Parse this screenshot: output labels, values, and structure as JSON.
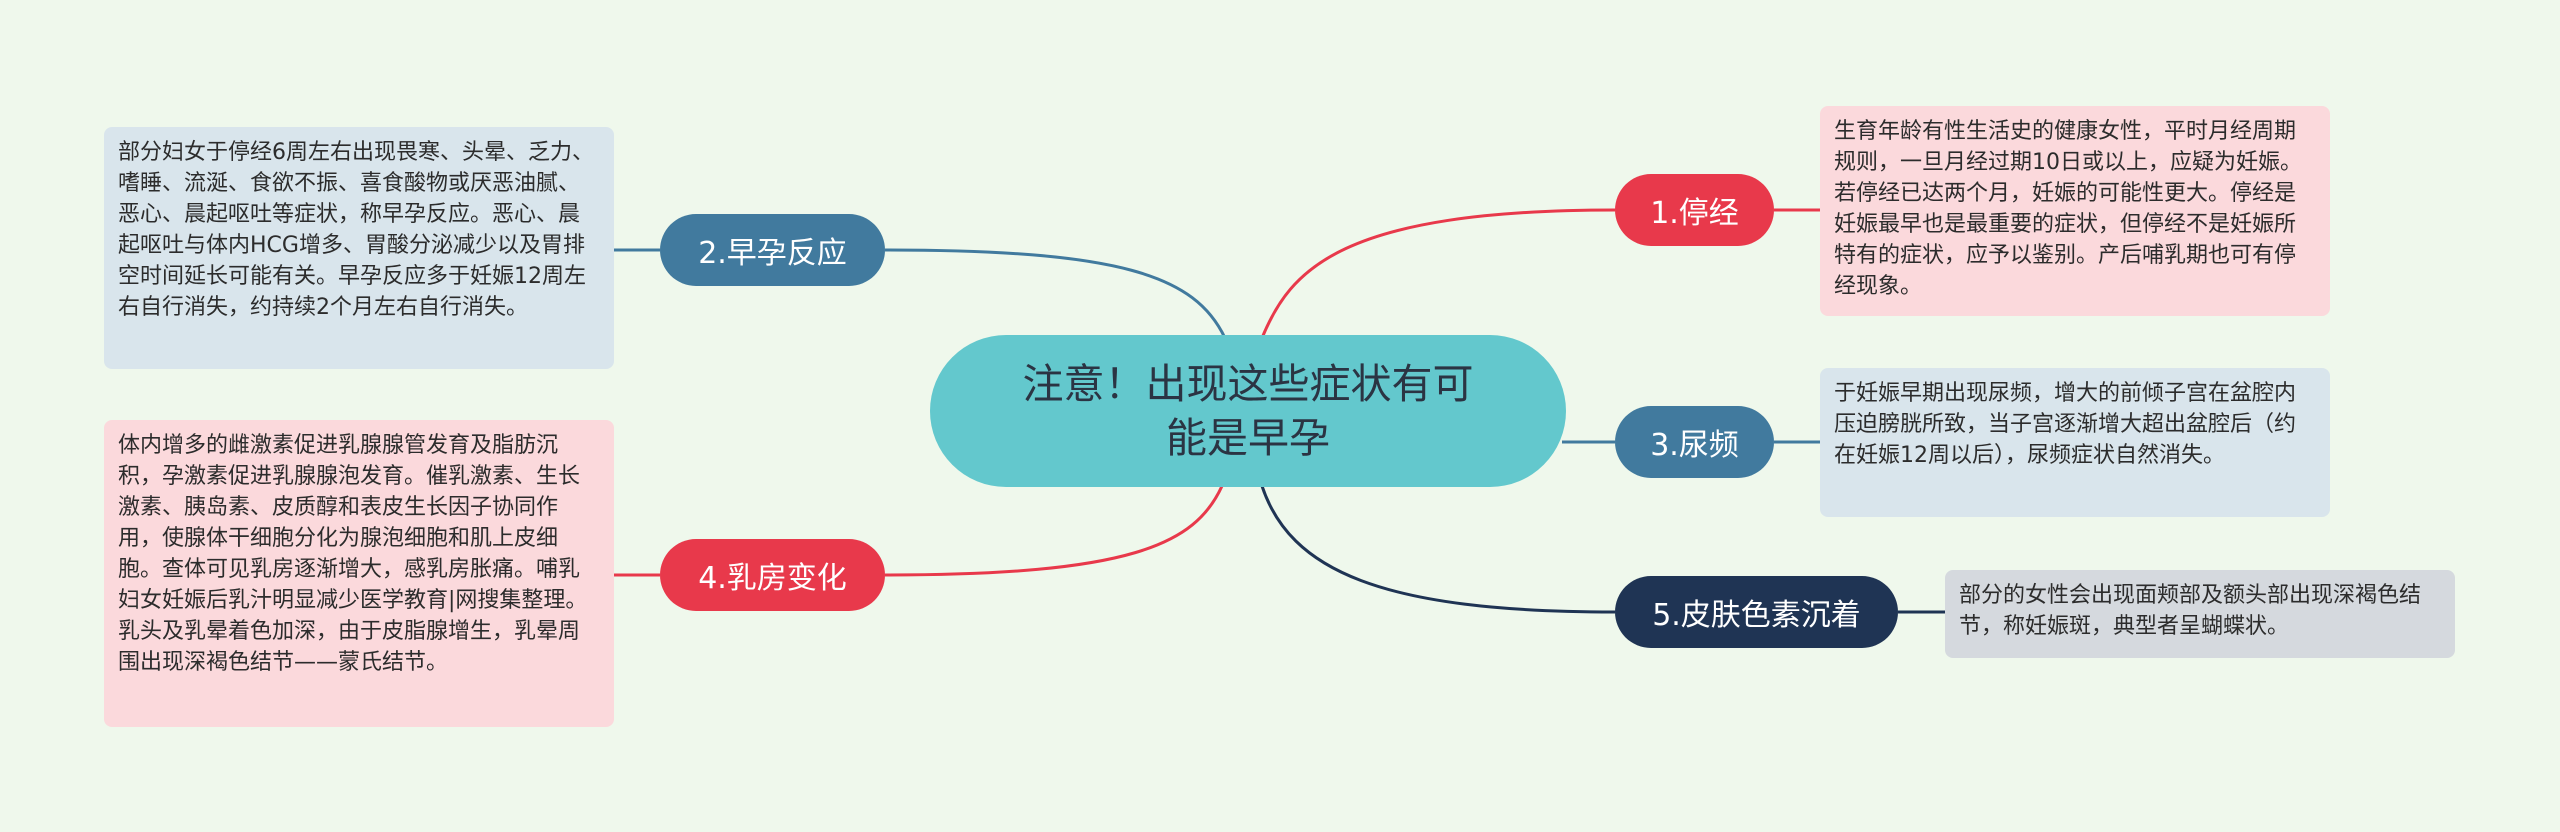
{
  "center": {
    "title": "注意！出现这些症状有可能是早孕"
  },
  "colors": {
    "background": "#eff8ec",
    "center": "#63c8cd",
    "red": "#e8394b",
    "steel_blue": "#417a9e",
    "navy": "#1f3454",
    "note_pink": "#fbd9dc",
    "note_blue": "#d9e5ec",
    "note_gray": "#d5d9de"
  },
  "branches": {
    "b1": {
      "label": "1.停经",
      "note": "生育年龄有性生活史的健康女性，平时月经周期规则，一旦月经过期10日或以上，应疑为妊娠。若停经已达两个月，妊娠的可能性更大。停经是妊娠最早也是最重要的症状，但停经不是妊娠所特有的症状，应予以鉴别。产后哺乳期也可有停经现象。"
    },
    "b2": {
      "label": "2.早孕反应",
      "note": "部分妇女于停经6周左右出现畏寒、头晕、乏力、嗜睡、流涎、食欲不振、喜食酸物或厌恶油腻、恶心、晨起呕吐等症状，称早孕反应。恶心、晨起呕吐与体内HCG增多、胃酸分泌减少以及胃排空时间延长可能有关。早孕反应多于妊娠12周左右自行消失，约持续2个月左右自行消失。"
    },
    "b3": {
      "label": "3.尿频",
      "note": "于妊娠早期出现尿频，增大的前倾子宫在盆腔内压迫膀胱所致，当子宫逐渐增大超出盆腔后（约在妊娠12周以后），尿频症状自然消失。"
    },
    "b4": {
      "label": "4.乳房变化",
      "note": "体内增多的雌激素促进乳腺腺管发育及脂肪沉积，孕激素促进乳腺腺泡发育。催乳激素、生长激素、胰岛素、皮质醇和表皮生长因子协同作用，使腺体干细胞分化为腺泡细胞和肌上皮细胞。查体可见乳房逐渐增大，感乳房胀痛。哺乳妇女妊娠后乳汁明显减少医学教育|网搜集整理。乳头及乳晕着色加深，由于皮脂腺增生，乳晕周围出现深褐色结节——蒙氏结节。"
    },
    "b5": {
      "label": "5.皮肤色素沉着",
      "note": "部分的女性会出现面颊部及额头部出现深褐色结节，称妊娠斑，典型者呈蝴蝶状。"
    }
  }
}
